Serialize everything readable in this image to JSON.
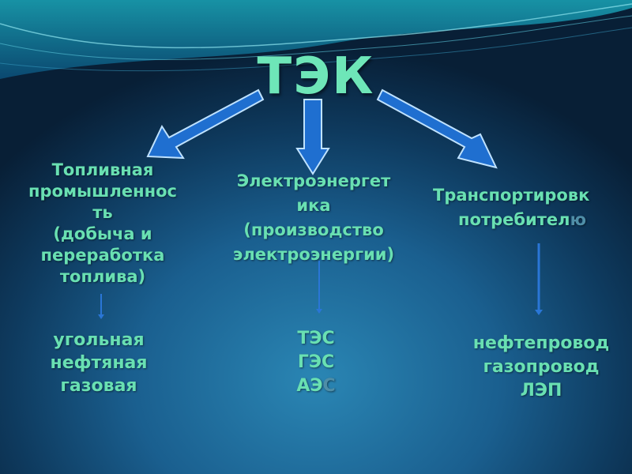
{
  "title": "ТЭК",
  "branches": {
    "fuel": {
      "lines": [
        "Топливная",
        "промышленнос",
        "ть",
        "(добыча и",
        "переработка",
        "топлива)"
      ],
      "sub": [
        "угольная",
        "нефтяная",
        "газовая"
      ]
    },
    "power": {
      "lines": [
        "Электроэнергет",
        "ика",
        "(производство",
        "электроэнергии)"
      ],
      "sub": [
        "ТЭС",
        "ГЭС",
        "АЭ"
      ],
      "sub_suffix": "С"
    },
    "transport": {
      "line1": "Транспортировк",
      "line2_main": "потребител",
      "line2_tail": "ю",
      "sub": [
        "нефтепровод",
        "газопровод",
        "ЛЭП"
      ]
    }
  },
  "colors": {
    "text": "#69e0b2",
    "arrow": "#1f6fd0",
    "arrow_edge": "#bfe2ff"
  }
}
